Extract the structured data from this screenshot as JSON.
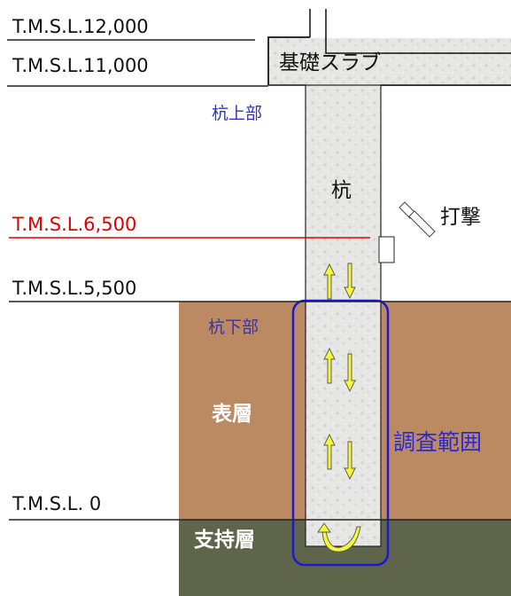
{
  "levels": {
    "l12000": "T.M.S.L.12,000",
    "l11000": "T.M.S.L.11,000",
    "l6500": "T.M.S.L.6,500",
    "l5500": "T.M.S.L.5,500",
    "l0": "T.M.S.L. 0"
  },
  "labels": {
    "slab": "基礎スラブ",
    "pile_top": "杭上部",
    "pile": "杭",
    "hit": "打撃",
    "pile_bottom": "杭下部",
    "surface_layer": "表層",
    "bearing_layer": "支持層",
    "survey_range": "調査範囲"
  },
  "colors": {
    "soil": "#bc8a62",
    "bearing": "#5f654a",
    "highlight_level": "#e00000",
    "range_box": "#1a1ad0",
    "pile_label": "#3333bb",
    "arrow_fill": "#f5f53a"
  }
}
